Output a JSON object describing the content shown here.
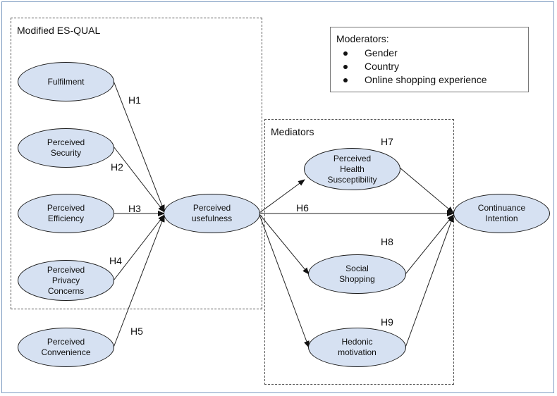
{
  "box_esqual": {
    "title": "Modified ES-QUAL"
  },
  "box_mediators": {
    "title": "Mediators"
  },
  "moderators": {
    "title": "Moderators:",
    "items": [
      "Gender",
      "Country",
      "Online shopping experience"
    ]
  },
  "nodes": {
    "fulfilment": "Fulfilment",
    "security": "Perceived\nSecurity",
    "efficiency": "Perceived\nEfficiency",
    "privacy": "Perceived\nPrivacy\nConcerns",
    "convenience": "Perceived\nConvenience",
    "usefulness": "Perceived\nusefulness",
    "health": "Perceived\nHealth\nSusceptibility",
    "social": "Social\nShopping",
    "hedonic": "Hedonic\nmotivation",
    "continuance": "Continuance\nIntention"
  },
  "hypotheses": {
    "h1": "H1",
    "h2": "H2",
    "h3": "H3",
    "h4": "H4",
    "h5": "H5",
    "h6": "H6",
    "h7": "H7",
    "h8": "H8",
    "h9": "H9"
  },
  "colors": {
    "node_fill": "#d6e1f2",
    "node_stroke": "#1c1c1c",
    "frame": "#7f9cc2"
  }
}
